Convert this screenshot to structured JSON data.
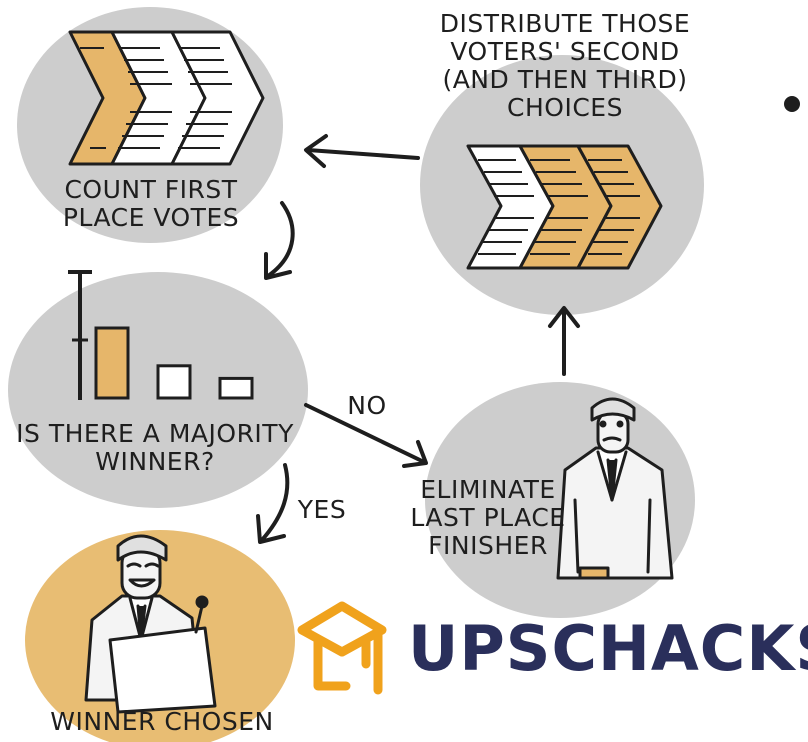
{
  "colors": {
    "circle_gray": "#cdcdcd",
    "circle_gold": "#e8bd73",
    "gold": "#e6b66a",
    "ink": "#1e1e1e",
    "brand_text": "#2a2f5b",
    "brand_icon": "#f0a21c"
  },
  "steps": {
    "count": "COUNT FIRST\nPLACE VOTES",
    "majority": "IS THERE A MAJORITY\nWINNER?",
    "eliminate": "ELIMINATE\nLAST PLACE\nFINISHER",
    "distribute": "DISTRIBUTE THOSE\nVOTERS' SECOND\n(AND THEN THIRD)\nCHOICES",
    "winner": "WINNER CHOSEN"
  },
  "edges": {
    "no": "NO",
    "yes": "YES"
  },
  "icons": {
    "ballot_first": "folded-ballot-first-choice-icon",
    "ballot_redistribute": "folded-ballot-redistributed-icon",
    "bar_chart": "bar-chart-icon",
    "sad_candidate": "eliminated-candidate-icon",
    "happy_candidate": "winning-candidate-icon",
    "logo": "graduation-cap-logo-icon"
  },
  "bars": {
    "values": [
      1.0,
      0.46,
      0.28
    ],
    "highlight_index": 0
  },
  "brand": {
    "name": "UPSCHACKS"
  }
}
